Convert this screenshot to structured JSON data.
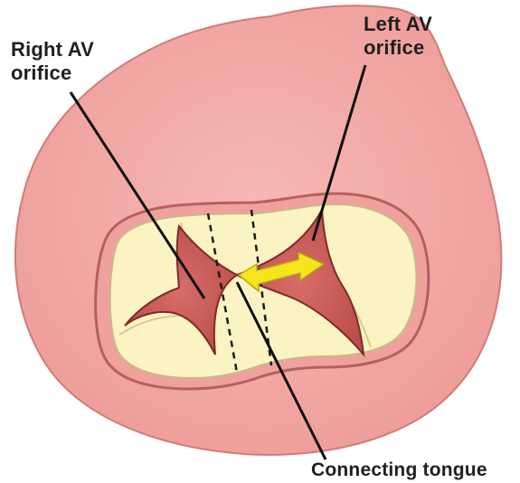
{
  "labels": {
    "right_av_line1": "Right AV",
    "right_av_line2": "orifice",
    "left_av_line1": "Left AV",
    "left_av_line2": "orifice",
    "connecting_tongue": "Connecting tongue"
  },
  "colors": {
    "outer_tissue": "#f2a8a5",
    "outer_tissue_edge": "#c96b6b",
    "annulus_ring": "#ee9c99",
    "annulus_edge": "#b0524f",
    "leaflet": "#fbf3c2",
    "leaflet_edge": "#cfc58a",
    "orifice": "#cf5f5c",
    "orifice_edge": "#7d2b2a",
    "arrow": "#f6e41c",
    "leader_line": "#0f0f0f",
    "dashed_line": "#1a1a1a"
  }
}
